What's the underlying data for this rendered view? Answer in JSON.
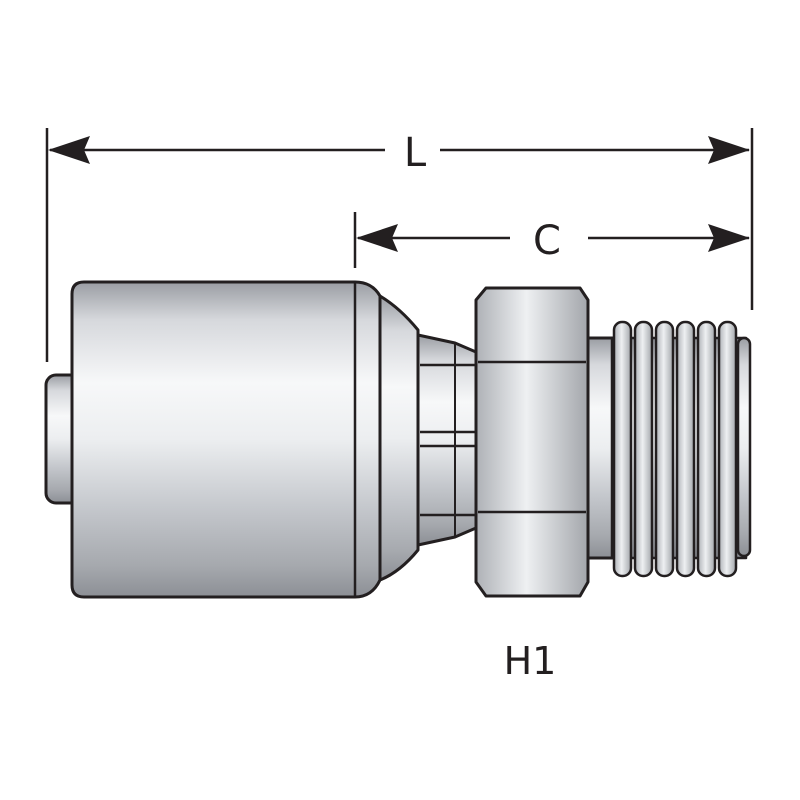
{
  "dimensions": {
    "overall_length_label": "L",
    "thread_length_label": "C"
  },
  "part_labels": {
    "hex_label": "H1"
  },
  "colors": {
    "outline": "#231f20",
    "metal_light": "#f2f3f5",
    "metal_mid": "#c9cbd0",
    "metal_dark": "#8d9096",
    "background": "#ffffff"
  }
}
